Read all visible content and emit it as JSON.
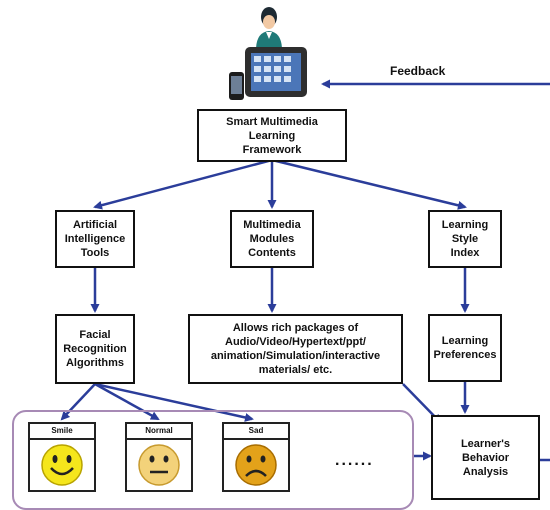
{
  "nodes": {
    "framework": "Smart Multimedia\nLearning\nFramework",
    "ai_tools": "Artificial\nIntelligence\nTools",
    "multimedia": "Multimedia\nModules\nContents",
    "learning_style": "Learning\nStyle\nIndex",
    "facial": "Facial\nRecognition\nAlgorithms",
    "rich_packages": "Allows rich packages of\nAudio/Video/Hypertext/ppt/\nanimation/Simulation/interactive\nmaterials/ etc.",
    "preferences": "Learning\nPreferences",
    "behavior": "Learner's\nBehavior\nAnalysis"
  },
  "feedback_label": "Feedback",
  "emotions": [
    {
      "label": "Smile",
      "face": "smile-face-icon",
      "color": "#f5e61c"
    },
    {
      "label": "Normal",
      "face": "neutral-face-icon",
      "color": "#f3d27a"
    },
    {
      "label": "Sad",
      "face": "sad-face-icon",
      "color": "#e3a21a"
    }
  ],
  "ellipsis": "......",
  "colors": {
    "arrow": "#2b3d9a",
    "box_border": "#111111",
    "group_border": "#a78ab5"
  },
  "icons": {
    "teacher": "teacher-icon",
    "tablet": "tablet-icon",
    "phone": "smartphone-icon"
  }
}
